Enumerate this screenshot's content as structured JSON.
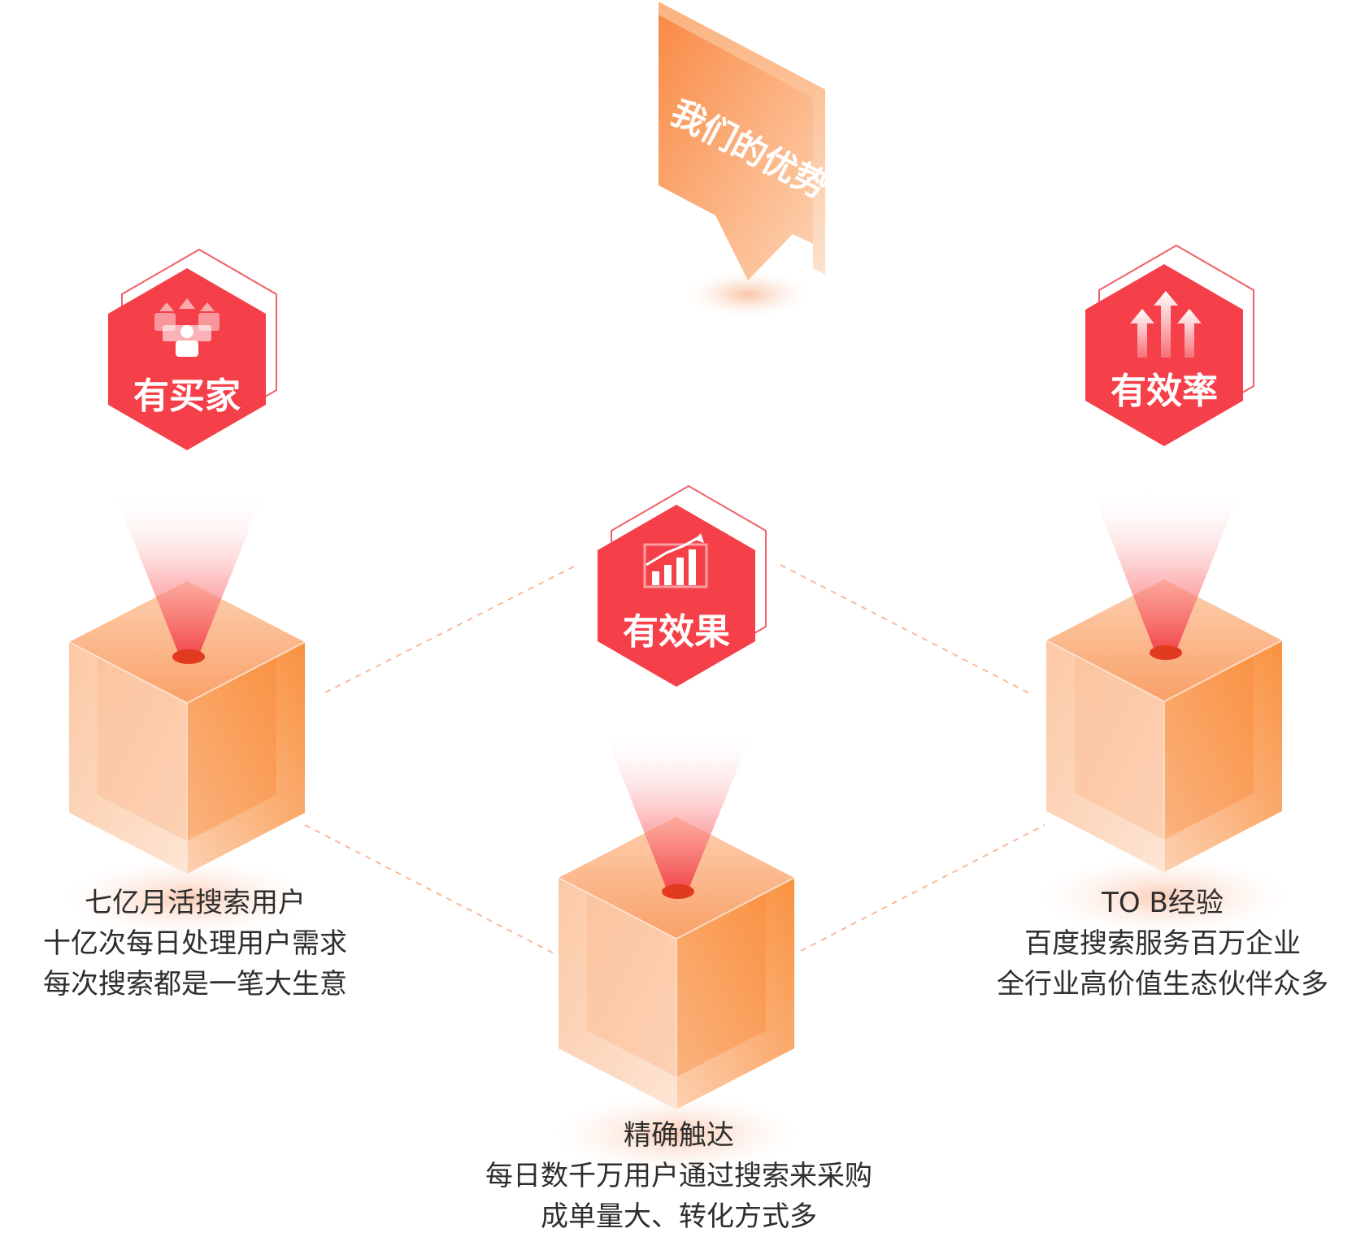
{
  "center_bubble": {
    "title": "我们的优势"
  },
  "pillars": [
    {
      "id": "buyers",
      "badge_label": "有买家",
      "icon": "users-arrows-icon",
      "caption_lines": [
        "七亿月活搜索用户",
        "十亿次每日处理用户需求",
        "每次搜索都是一笔大生意"
      ]
    },
    {
      "id": "effect",
      "badge_label": "有效果",
      "icon": "bar-chart-trend-icon",
      "caption_lines": [
        "精确触达",
        "每日数千万用户通过搜索来采购",
        "成单量大、转化方式多"
      ]
    },
    {
      "id": "efficiency",
      "badge_label": "有效率",
      "icon": "three-up-arrows-icon",
      "caption_lines": [
        "TO B经验",
        "百度搜索服务百万企业",
        "全行业高价值生态伙伴众多"
      ]
    }
  ],
  "colors": {
    "badge_red": "#f5404a",
    "badge_outline": "#f0616a",
    "cube_orange": "#f9a06b",
    "cube_light": "#fcd4b9",
    "bubble_orange": "#f98c4a",
    "connector": "#f8b89a",
    "text": "#2e2e2e"
  }
}
